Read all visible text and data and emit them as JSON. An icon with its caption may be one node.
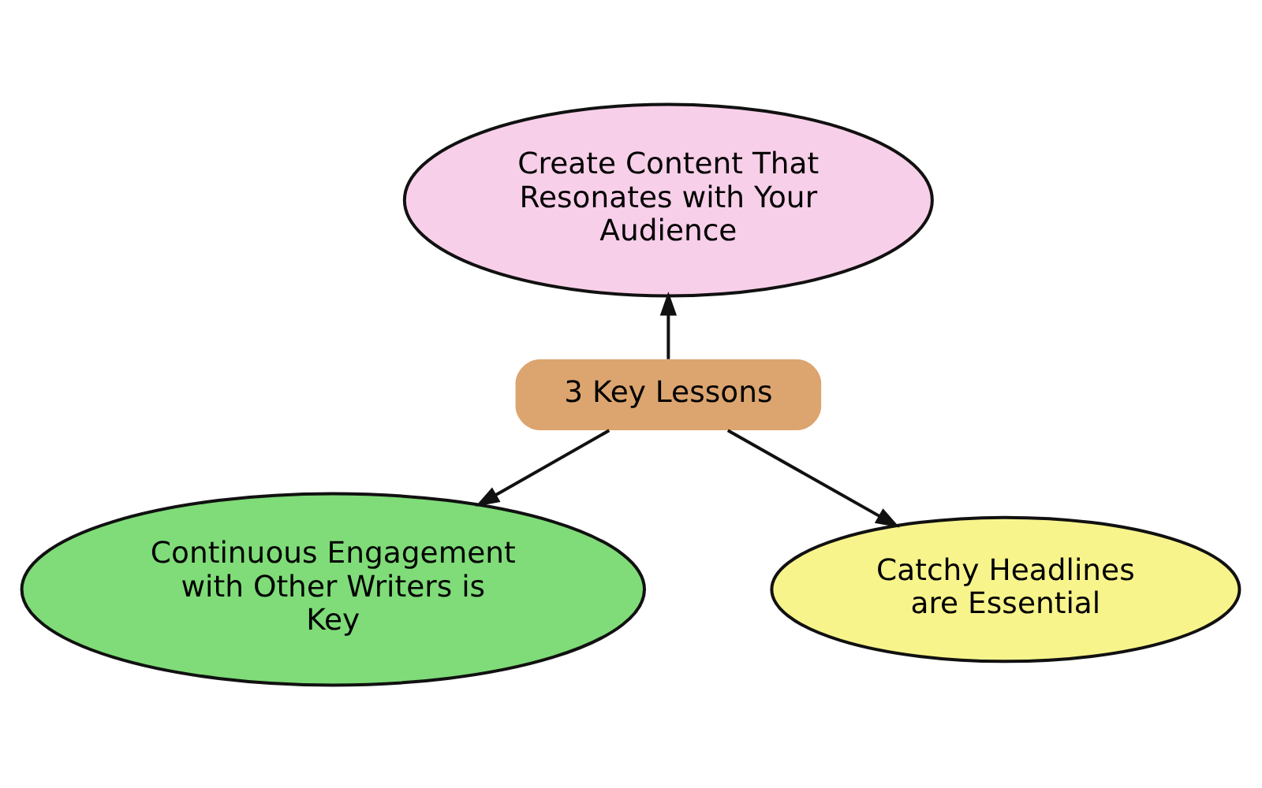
{
  "diagram": {
    "nodes": [
      {
        "text": [
          "Create Content That Resonates with Your Audience"
        ]
      },
      {
        "text": [
          "3 Key Lessons"
        ]
      },
      {
        "text": [
          "Continuous Engagement with Other Writers is Key"
        ]
      },
      {
        "text": [
          "Catchy Headlines are Essential"
        ]
      }
    ],
    "edges": [
      {
        "from": 1,
        "to": 0,
        "arrow": "to"
      },
      {
        "from": 1,
        "to": 2,
        "arrow": "to"
      },
      {
        "from": 1,
        "to": 3,
        "arrow": "to"
      }
    ]
  }
}
